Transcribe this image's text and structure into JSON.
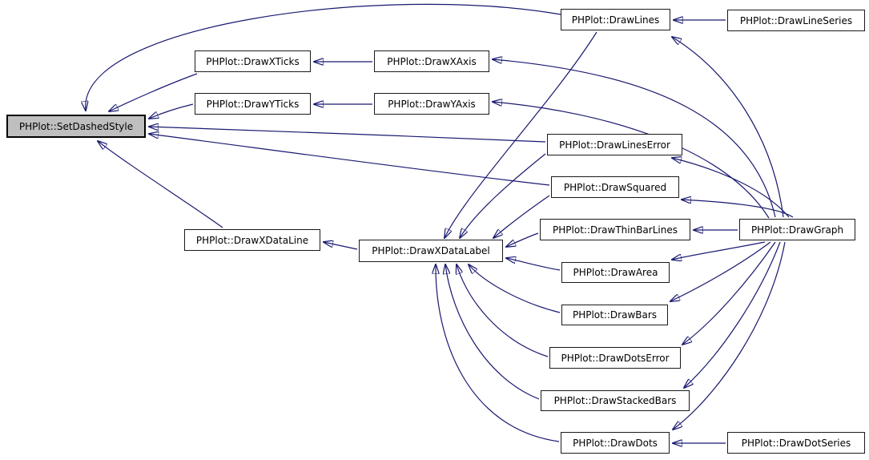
{
  "diagram": {
    "kind": "caller-graph",
    "highlighted_node": "PHPlot::SetDashedStyle",
    "colors": {
      "edge": "#191970",
      "node_fill": "#ffffff",
      "node_border": "#1a1a1a",
      "highlight_fill": "#bfbfbf",
      "background": "#ffffff"
    }
  },
  "nodes": {
    "set_dashed_style": {
      "label": "PHPlot::SetDashedStyle"
    },
    "draw_x_ticks": {
      "label": "PHPlot::DrawXTicks"
    },
    "draw_y_ticks": {
      "label": "PHPlot::DrawYTicks"
    },
    "draw_x_data_line": {
      "label": "PHPlot::DrawXDataLine"
    },
    "draw_x_axis": {
      "label": "PHPlot::DrawXAxis"
    },
    "draw_y_axis": {
      "label": "PHPlot::DrawYAxis"
    },
    "draw_x_data_label": {
      "label": "PHPlot::DrawXDataLabel"
    },
    "draw_lines": {
      "label": "PHPlot::DrawLines"
    },
    "draw_line_series": {
      "label": "PHPlot::DrawLineSeries"
    },
    "draw_lines_error": {
      "label": "PHPlot::DrawLinesError"
    },
    "draw_squared": {
      "label": "PHPlot::DrawSquared"
    },
    "draw_thin_bar_lines": {
      "label": "PHPlot::DrawThinBarLines"
    },
    "draw_area": {
      "label": "PHPlot::DrawArea"
    },
    "draw_bars": {
      "label": "PHPlot::DrawBars"
    },
    "draw_dots_error": {
      "label": "PHPlot::DrawDotsError"
    },
    "draw_stacked_bars": {
      "label": "PHPlot::DrawStackedBars"
    },
    "draw_dots": {
      "label": "PHPlot::DrawDots"
    },
    "draw_graph": {
      "label": "PHPlot::DrawGraph"
    },
    "draw_dot_series": {
      "label": "PHPlot::DrawDotSeries"
    }
  },
  "edges": [
    {
      "from": "draw_lines",
      "to": "set_dashed_style"
    },
    {
      "from": "draw_x_ticks",
      "to": "set_dashed_style"
    },
    {
      "from": "draw_y_ticks",
      "to": "set_dashed_style"
    },
    {
      "from": "draw_lines_error",
      "to": "set_dashed_style"
    },
    {
      "from": "draw_squared",
      "to": "set_dashed_style"
    },
    {
      "from": "draw_x_data_line",
      "to": "set_dashed_style"
    },
    {
      "from": "draw_x_axis",
      "to": "draw_x_ticks"
    },
    {
      "from": "draw_y_axis",
      "to": "draw_y_ticks"
    },
    {
      "from": "draw_graph",
      "to": "draw_x_axis"
    },
    {
      "from": "draw_graph",
      "to": "draw_y_axis"
    },
    {
      "from": "draw_graph",
      "to": "draw_lines"
    },
    {
      "from": "draw_line_series",
      "to": "draw_lines"
    },
    {
      "from": "draw_graph",
      "to": "draw_lines_error"
    },
    {
      "from": "draw_graph",
      "to": "draw_squared"
    },
    {
      "from": "draw_graph",
      "to": "draw_thin_bar_lines"
    },
    {
      "from": "draw_graph",
      "to": "draw_area"
    },
    {
      "from": "draw_graph",
      "to": "draw_bars"
    },
    {
      "from": "draw_graph",
      "to": "draw_dots_error"
    },
    {
      "from": "draw_graph",
      "to": "draw_stacked_bars"
    },
    {
      "from": "draw_graph",
      "to": "draw_dots"
    },
    {
      "from": "draw_dot_series",
      "to": "draw_dots"
    },
    {
      "from": "draw_x_data_label",
      "to": "draw_x_data_line"
    },
    {
      "from": "draw_lines",
      "to": "draw_x_data_label"
    },
    {
      "from": "draw_lines_error",
      "to": "draw_x_data_label"
    },
    {
      "from": "draw_squared",
      "to": "draw_x_data_label"
    },
    {
      "from": "draw_thin_bar_lines",
      "to": "draw_x_data_label"
    },
    {
      "from": "draw_area",
      "to": "draw_x_data_label"
    },
    {
      "from": "draw_bars",
      "to": "draw_x_data_label"
    },
    {
      "from": "draw_dots_error",
      "to": "draw_x_data_label"
    },
    {
      "from": "draw_stacked_bars",
      "to": "draw_x_data_label"
    },
    {
      "from": "draw_dots",
      "to": "draw_x_data_label"
    }
  ]
}
